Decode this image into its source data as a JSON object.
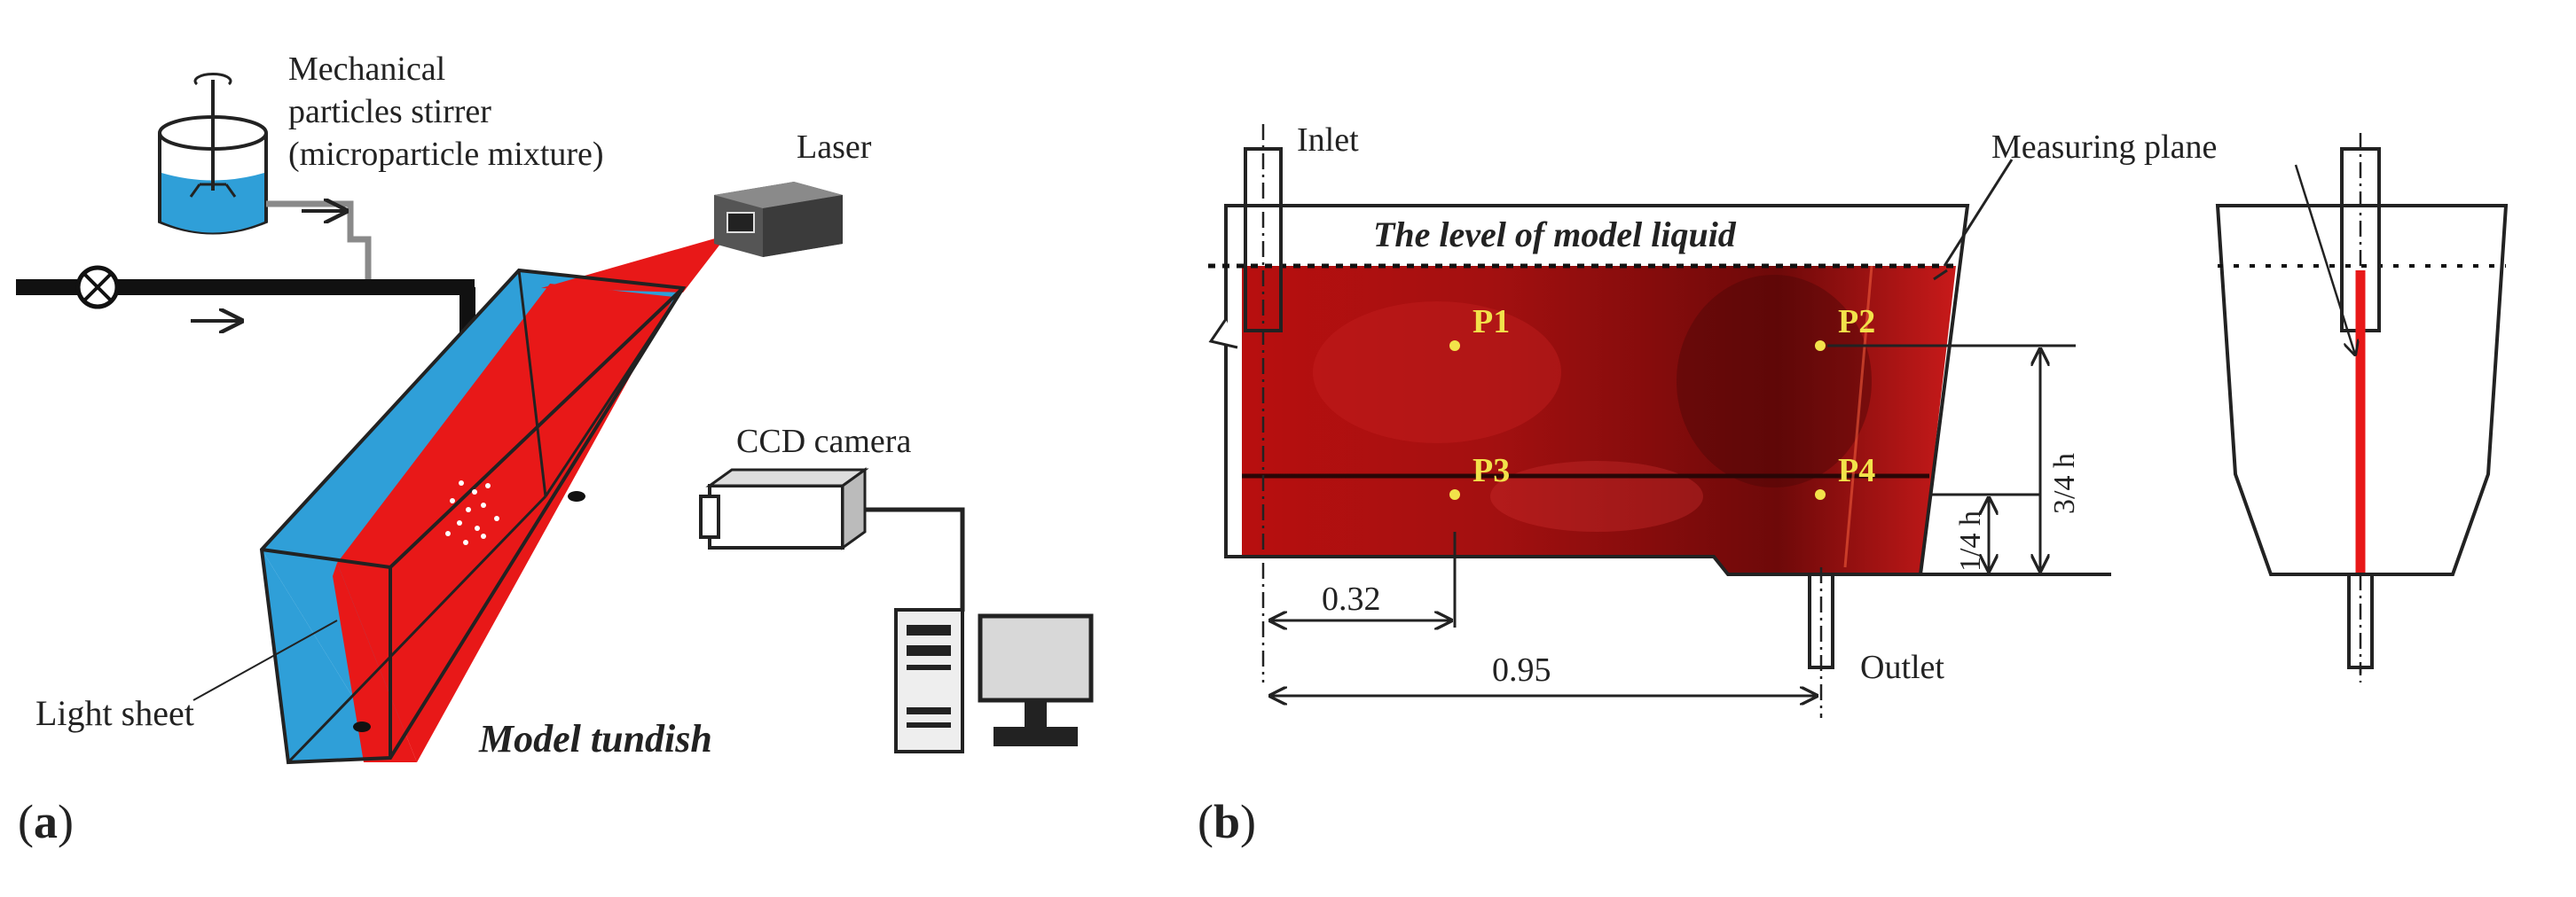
{
  "panel_a": {
    "tag_open": "(",
    "tag_letter": "a",
    "tag_close": ")",
    "stirrer_label_line1": "Mechanical",
    "stirrer_label_line2": "particles stirrer",
    "stirrer_label_line3": "(microparticle mixture)",
    "laser_label": "Laser",
    "camera_label": "CCD camera",
    "light_sheet_label": "Light sheet",
    "tundish_label": "Model tundish"
  },
  "panel_b": {
    "tag_open": "(",
    "tag_letter": "b",
    "tag_close": ")",
    "inlet_label": "Inlet",
    "outlet_label": "Outlet",
    "measuring_plane_label": "Measuring plane",
    "liquid_level_label": "The level of model liquid",
    "points": [
      "P1",
      "P2",
      "P3",
      "P4"
    ],
    "dim_032": "0.32",
    "dim_095": "0.95",
    "dim_quarter_h": "1/4 h",
    "dim_three_quarter_h": "3/4 h"
  },
  "colors": {
    "water_blue": "#2f9fd8",
    "laser_red": "#e81818",
    "tank_red_dark": "#7a0a0a",
    "tank_red": "#c21414",
    "point_yellow": "#f2e24a"
  }
}
